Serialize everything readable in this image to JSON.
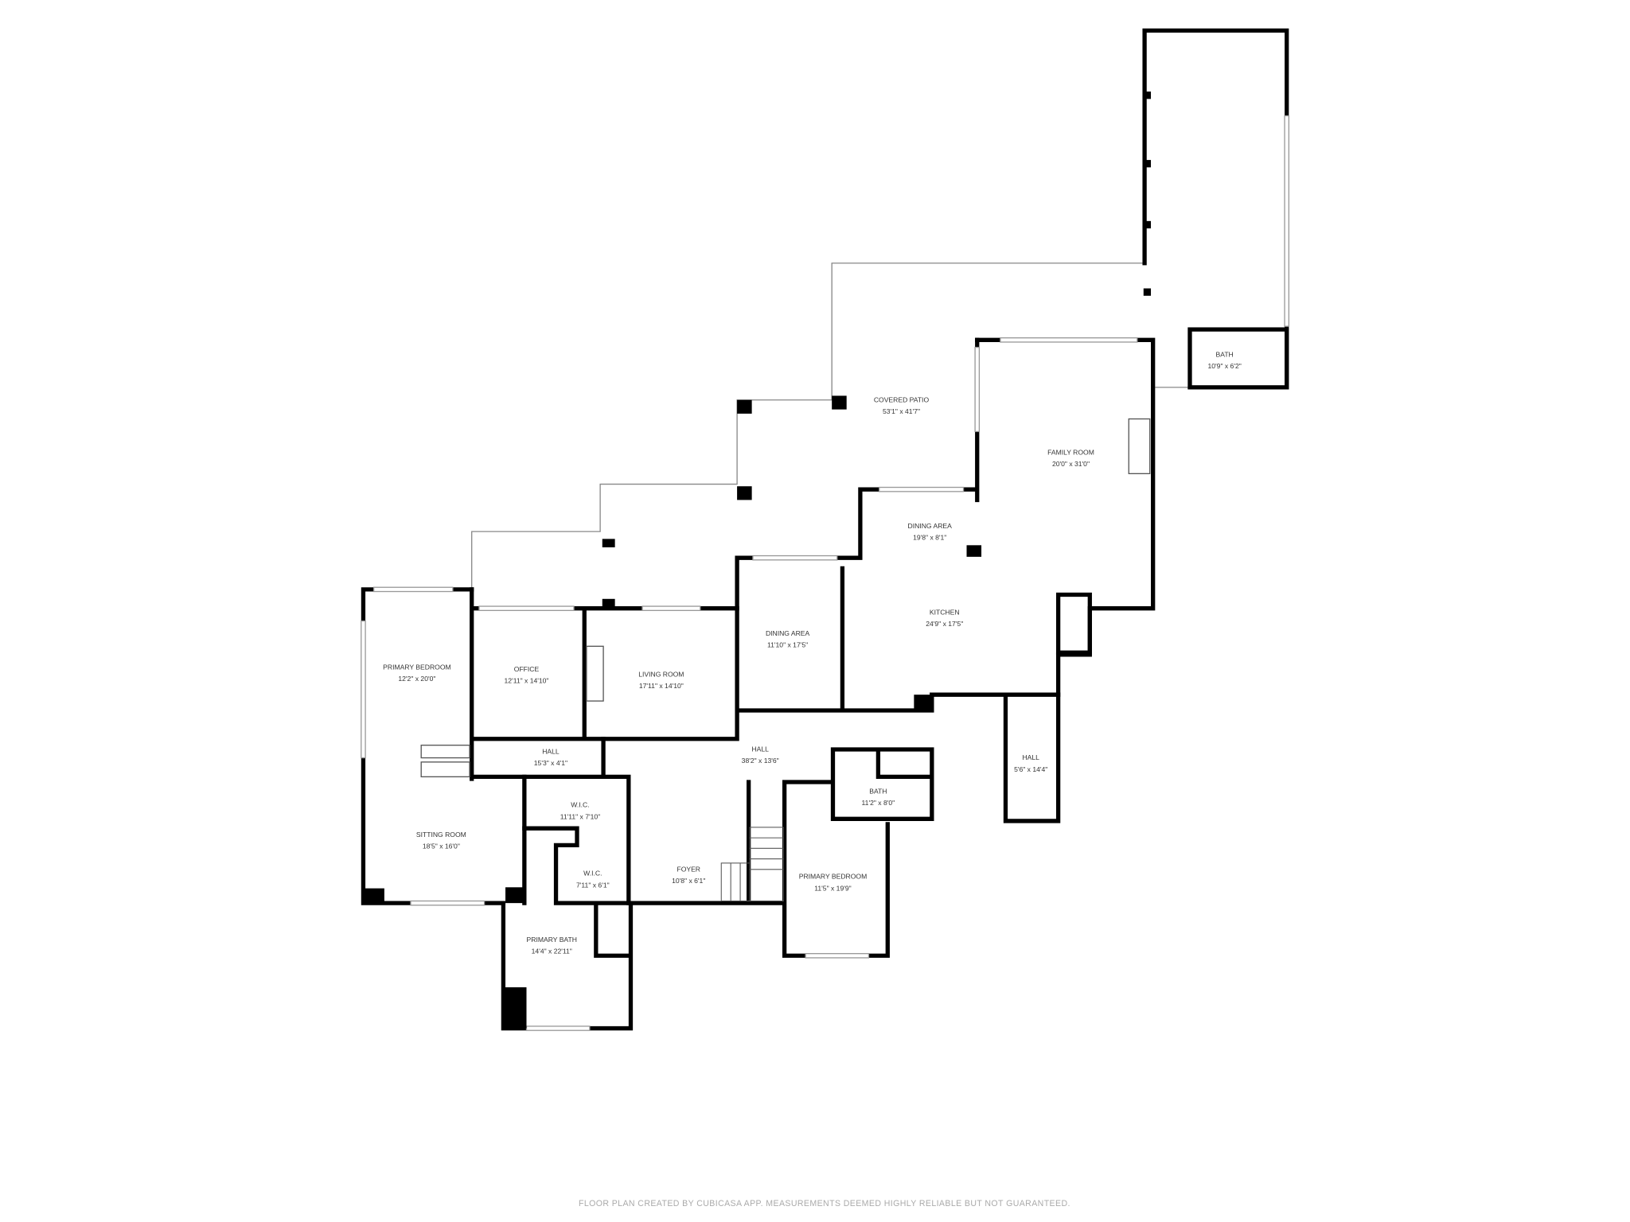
{
  "rooms": [
    {
      "name": "COVERED PATIO",
      "size": "53'1\" x 41'7\""
    },
    {
      "name": "BATH",
      "size": "10'9\" x 6'2\""
    },
    {
      "name": "FAMILY ROOM",
      "size": "20'0\" x 31'0\""
    },
    {
      "name": "DINING AREA",
      "size": "19'8\" x 8'1\""
    },
    {
      "name": "KITCHEN",
      "size": "24'9\" x 17'5\""
    },
    {
      "name": "DINING AREA",
      "size": "11'10\" x 17'5\""
    },
    {
      "name": "LIVING ROOM",
      "size": "17'11\" x 14'10\""
    },
    {
      "name": "OFFICE",
      "size": "12'11\" x 14'10\""
    },
    {
      "name": "PRIMARY BEDROOM",
      "size": "12'2\" x 20'0\""
    },
    {
      "name": "HALL",
      "size": "15'3\" x 4'1\""
    },
    {
      "name": "HALL",
      "size": "38'2\" x 13'6\""
    },
    {
      "name": "BATH",
      "size": "11'2\" x 8'0\""
    },
    {
      "name": "HALL",
      "size": "5'6\" x 14'4\""
    },
    {
      "name": "W.I.C.",
      "size": "11'11\" x 7'10\""
    },
    {
      "name": "SITTING ROOM",
      "size": "18'5\" x 16'0\""
    },
    {
      "name": "W.I.C.",
      "size": "7'11\" x 6'1\""
    },
    {
      "name": "FOYER",
      "size": "10'8\" x 6'1\""
    },
    {
      "name": "PRIMARY BEDROOM",
      "size": "11'5\" x 19'9\""
    },
    {
      "name": "PRIMARY BATH",
      "size": "14'4\" x 22'11\""
    }
  ],
  "footer": "FLOOR PLAN CREATED BY CUBICASA APP. MEASUREMENTS DEEMED HIGHLY RELIABLE BUT NOT GUARANTEED."
}
